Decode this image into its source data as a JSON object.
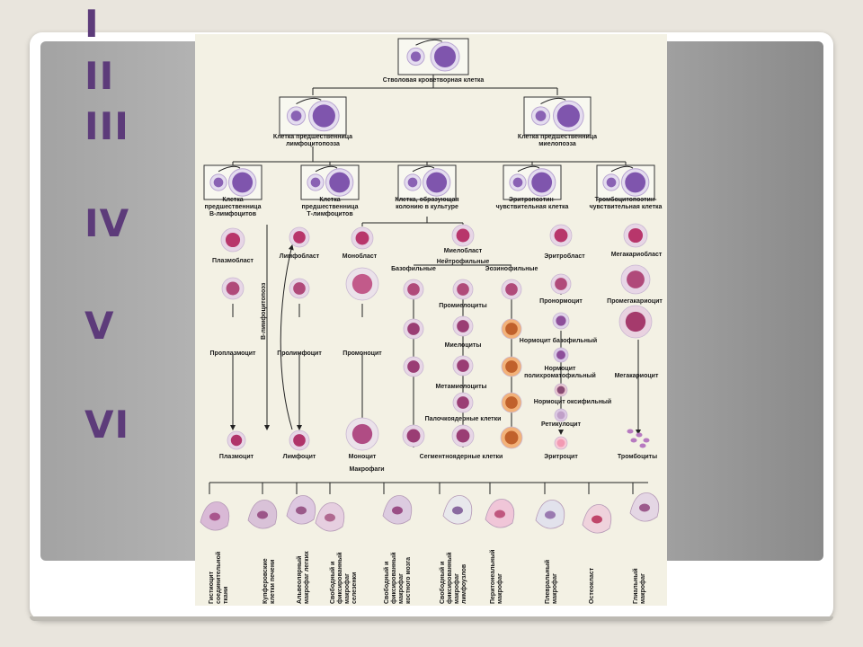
{
  "roman_numerals": [
    "I",
    "II",
    "III",
    "IV",
    "V",
    "VI"
  ],
  "figure": {
    "top": "Стволовая кроветворная клетка",
    "lympho_progenitor": "Клетка предшественница\nлимфоцитопоэза",
    "myelo_progenitor": "Клетка предшественница\nмиелопоэза",
    "b_progenitor": "Клетка\nпредшественница\nВ-лимфоцитов",
    "t_progenitor": "Клетка\nпредшественница\nТ-лимфоцитов",
    "cfu_culture": "Клетка, образующая\nколонию в культуре",
    "erythropoietin": "Эритропоэтин-\nчувствительная клетка",
    "thrombopoietin": "Тромбоцитопоэтин-\nчувствительная клетка",
    "b_lymphopoiesis": "В-лимфоцитопоэз",
    "plasmoblast": "Плазмобласт",
    "lymphoblast": "Лимфобласт",
    "monoblast": "Монобласт",
    "myeloblast": "Миелобласт",
    "basophilic": "Базофильные",
    "neutrophilic": "Нейтрофильные",
    "eosinophilic": "Эозинофильные",
    "erythroblast": "Эритробласт",
    "megakaryoblast": "Мегакариобласт",
    "proplasmocyte": "Проплазмоцит",
    "prolymphocyte": "Пролимфоцит",
    "promonocyte": "Промоноцит",
    "promyelocytes": "Промиелоциты",
    "myelocytes": "Миелоциты",
    "metamyelocytes": "Метамиелоциты",
    "band_cells": "Палочкоядерные клетки",
    "segmented_cells": "Сегментноядерные клетки",
    "pronormocyte": "Пронормоцит",
    "normo_baso": "Нормоцит базофильный",
    "normo_poly": "Нормоцит\nполихроматофильный",
    "normo_oxy": "Нормоцит оксифильный",
    "reticulocyte": "Ретикулоцит",
    "erythrocyte": "Эритроцит",
    "promegakaryocyte": "Промегакариоцит",
    "megakaryocyte": "Мегакариоцит",
    "thrombocytes": "Тромбоциты",
    "plasmocyte": "Плазмоцит",
    "lymphocyte": "Лимфоцит",
    "monocyte": "Моноцит",
    "macrophages": "Макрофаги",
    "macrophage_types": [
      "Гистиоцит\nсоединительной\nткани",
      "Купферовские\nклетки печени",
      "Альвеолярный\nмакрофаг легких",
      "Свободный и\nфиксированный\nмакрофаг\nселезенки",
      "Свободный и\nфиксированный\nмакрофаг\nкостного мозга",
      "Свободный и\nфиксированный\nмакрофаг\nлимфоузлов",
      "Перитонеальный\nмакрофаг",
      "Плевральный\nмакрофаг",
      "Остеокласт",
      "Глиальный\nмакрофаг"
    ]
  }
}
